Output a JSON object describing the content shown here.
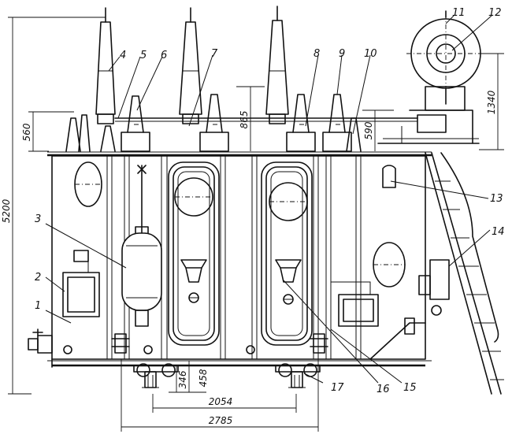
{
  "callouts": {
    "c1": "1",
    "c2": "2",
    "c3": "3",
    "c4": "4",
    "c5": "5",
    "c6": "6",
    "c7": "7",
    "c8": "8",
    "c9": "9",
    "c10": "10",
    "c11": "11",
    "c12": "12",
    "c13": "13",
    "c14": "14",
    "c15": "15",
    "c16": "16",
    "c17": "17"
  },
  "dimensions": {
    "overall_height": "5200",
    "bushing_left": "560",
    "bushing_hv": "865",
    "bushing_right": "590",
    "conservator": "1340",
    "wheel_height": "346",
    "base_height": "458",
    "track_gauge": "2054",
    "wheel_base": "2785"
  }
}
